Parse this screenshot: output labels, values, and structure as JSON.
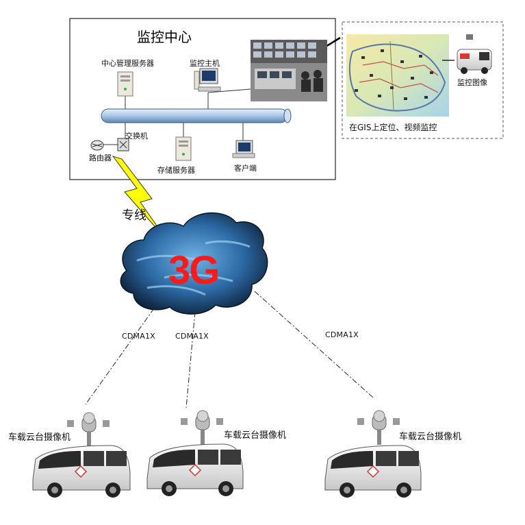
{
  "center": {
    "title": "监控中心",
    "mgmt_server": "中心管理服务器",
    "monitor_host": "监控主机",
    "switch": "交换机",
    "router": "路由器",
    "storage_server": "存储服务器",
    "client": "客户端"
  },
  "gis": {
    "caption": "在GIS上定位、视频监控",
    "image_label": "监控图像"
  },
  "network": {
    "dedicated_line": "专线",
    "cloud_label": "3G",
    "links": [
      "CDMA1X",
      "CDMA1X",
      "CDMA1X"
    ]
  },
  "vehicles": [
    {
      "label": "车载云台摄像机"
    },
    {
      "label": "车载云台摄像机"
    },
    {
      "label": "车载云台摄像机"
    }
  ],
  "colors": {
    "bus": "#a9c6e8",
    "bolt": "#ffff00",
    "cloud": "#2f6aa8",
    "cloud_text": "#ff1a1a"
  }
}
